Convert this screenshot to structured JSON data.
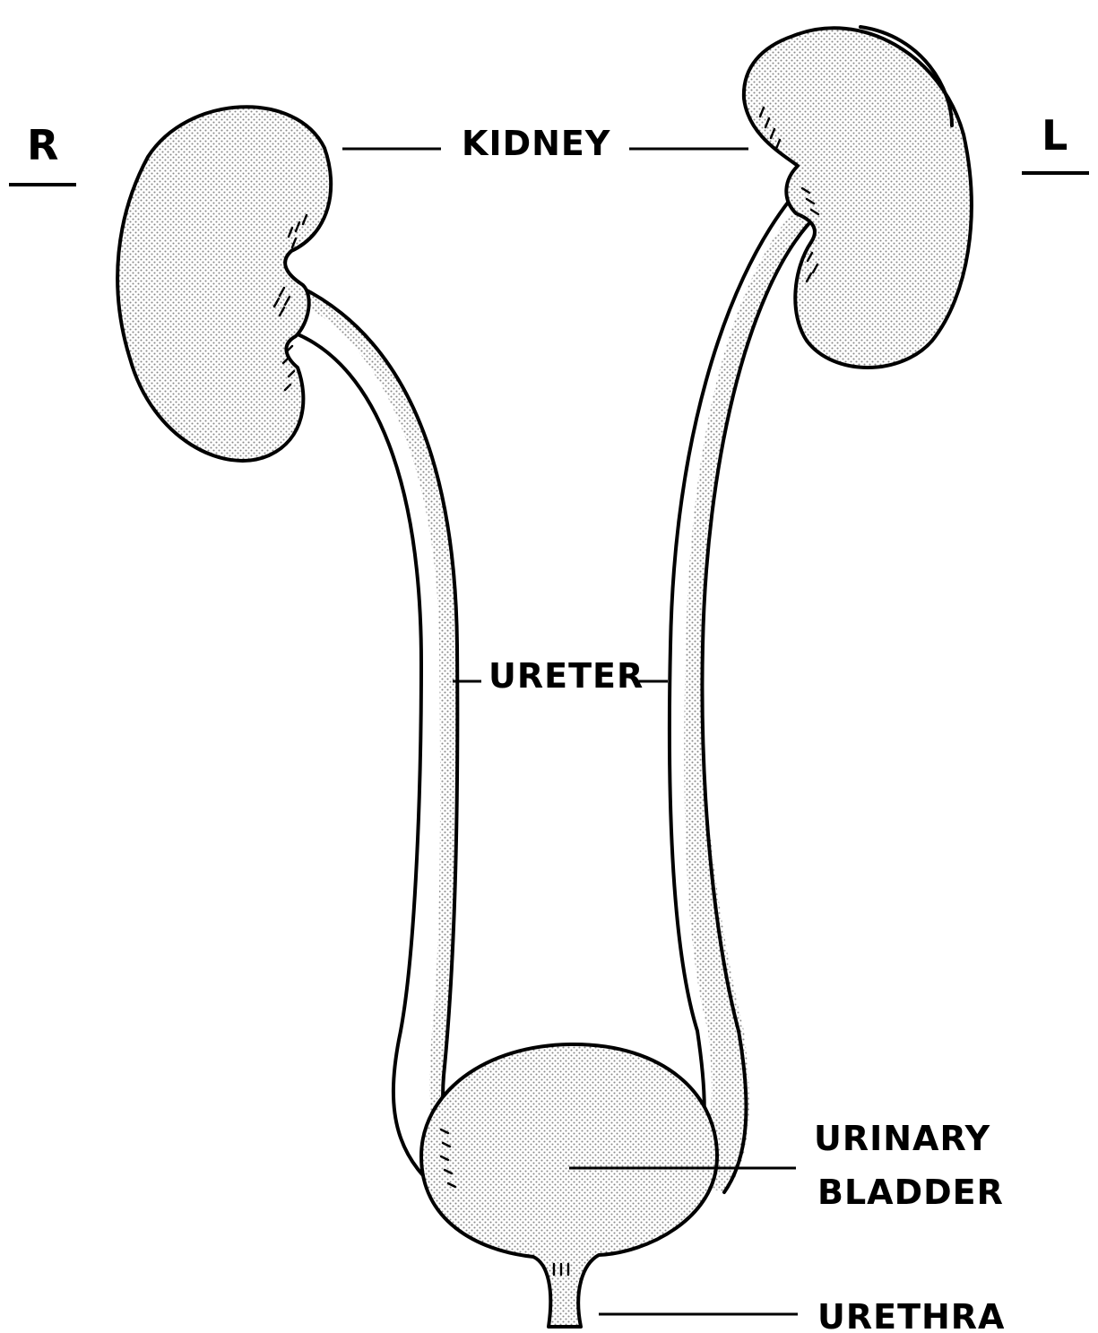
{
  "side_markers": {
    "right": "R",
    "left": "L"
  },
  "labels": {
    "kidney": "KIDNEY",
    "ureter": "URETER",
    "bladder_line1": "URINARY",
    "bladder_line2": "BLADDER",
    "urethra": "URETHRA"
  },
  "colors": {
    "line": "#000000",
    "background": "#ffffff",
    "stipple": "#9a9a9a"
  }
}
